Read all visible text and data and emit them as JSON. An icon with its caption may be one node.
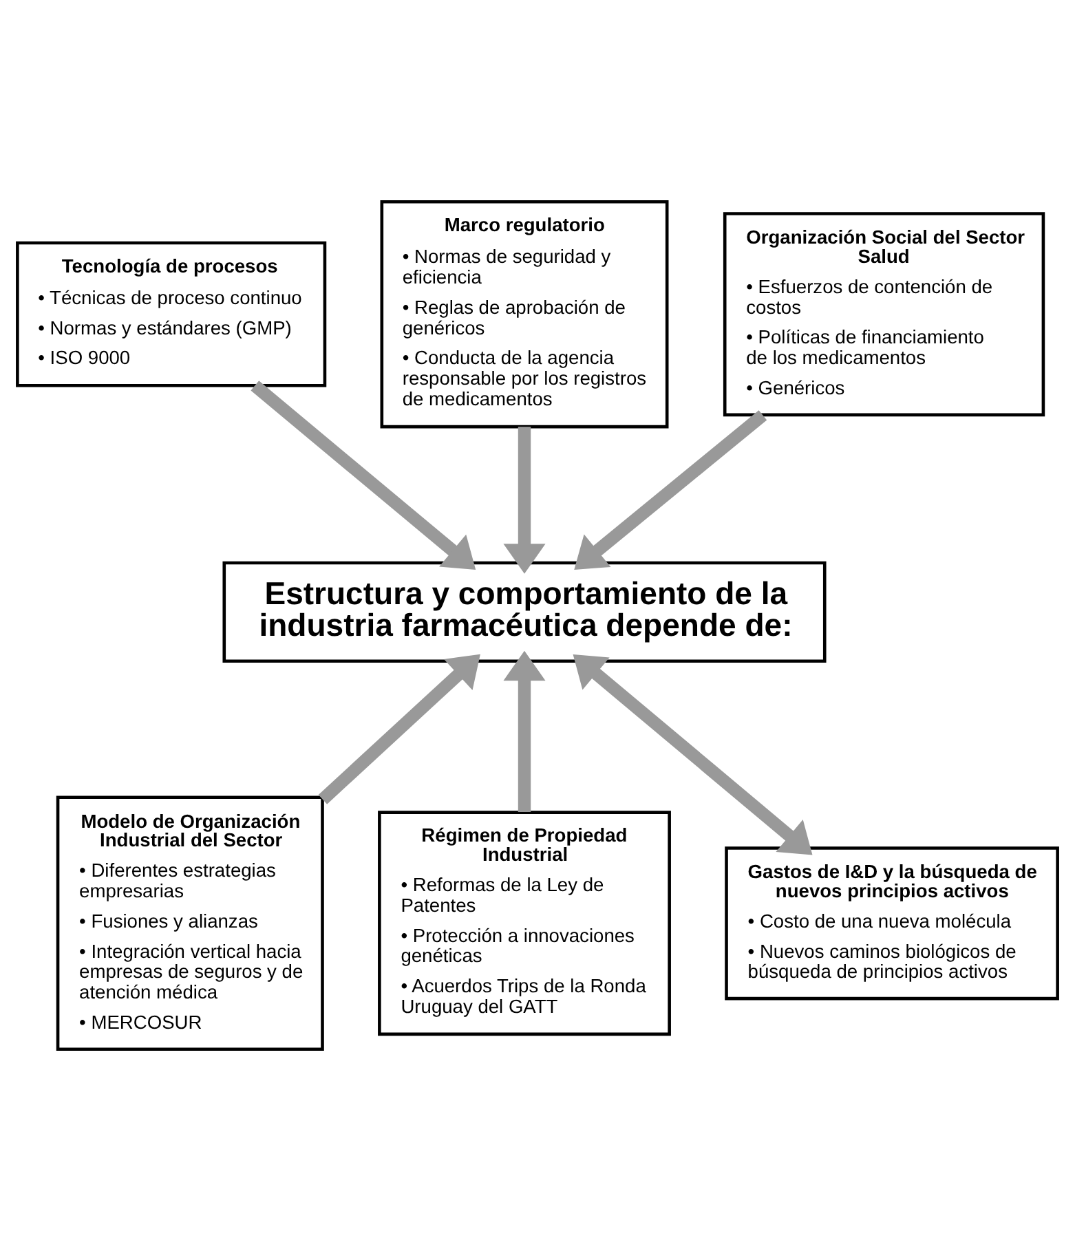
{
  "diagram": {
    "nodes": [
      {
        "text": [
          "Tecnología de procesos",
          "• Técnicas de proceso continuo",
          "• Normas y estándares (GMP)",
          "• ISO 9000"
        ]
      },
      {
        "text": [
          "Marco regulatorio",
          "• Normas de seguridad y eficiencia",
          "• Reglas de aprobación de genéricos",
          "• Conducta de la agencia responsable por los registros de medicamentos"
        ]
      },
      {
        "text": [
          "Organización Social del Sector Salud",
          "• Esfuerzos de contención de costos",
          "• Políticas de financiamiento de los medicamentos",
          "• Genéricos"
        ]
      },
      {
        "text": [
          "Estructura y comportamiento de la industria farmacéutica depende de:"
        ]
      },
      {
        "text": [
          "Modelo de Organización Industrial del Sector",
          "• Diferentes estrategias empresarias",
          "• Fusiones y alianzas",
          "• Integración vertical hacia empresas de seguros y de atención médica",
          "• MERCOSUR"
        ]
      },
      {
        "text": [
          "Régimen de Propiedad Industrial",
          "• Reformas de la Ley de Patentes",
          "• Protección a innovaciones genéticas",
          "• Acuerdos Trips de la Ronda Uruguay del GATT"
        ]
      },
      {
        "text": [
          "Gastos de I&D y la búsqueda de nuevos principios activos",
          "• Costo de una nueva molécula",
          "• Nuevos caminos biológicos de búsqueda de principios activos"
        ]
      }
    ],
    "edges": [
      {
        "from": 0,
        "to": 3,
        "arrow": "to"
      },
      {
        "from": 1,
        "to": 3,
        "arrow": "to"
      },
      {
        "from": 2,
        "to": 3,
        "arrow": "to"
      },
      {
        "from": 4,
        "to": 3,
        "arrow": "to"
      },
      {
        "from": 5,
        "to": 3,
        "arrow": "to"
      },
      {
        "from": 6,
        "to": 3,
        "arrow": "both"
      }
    ]
  }
}
